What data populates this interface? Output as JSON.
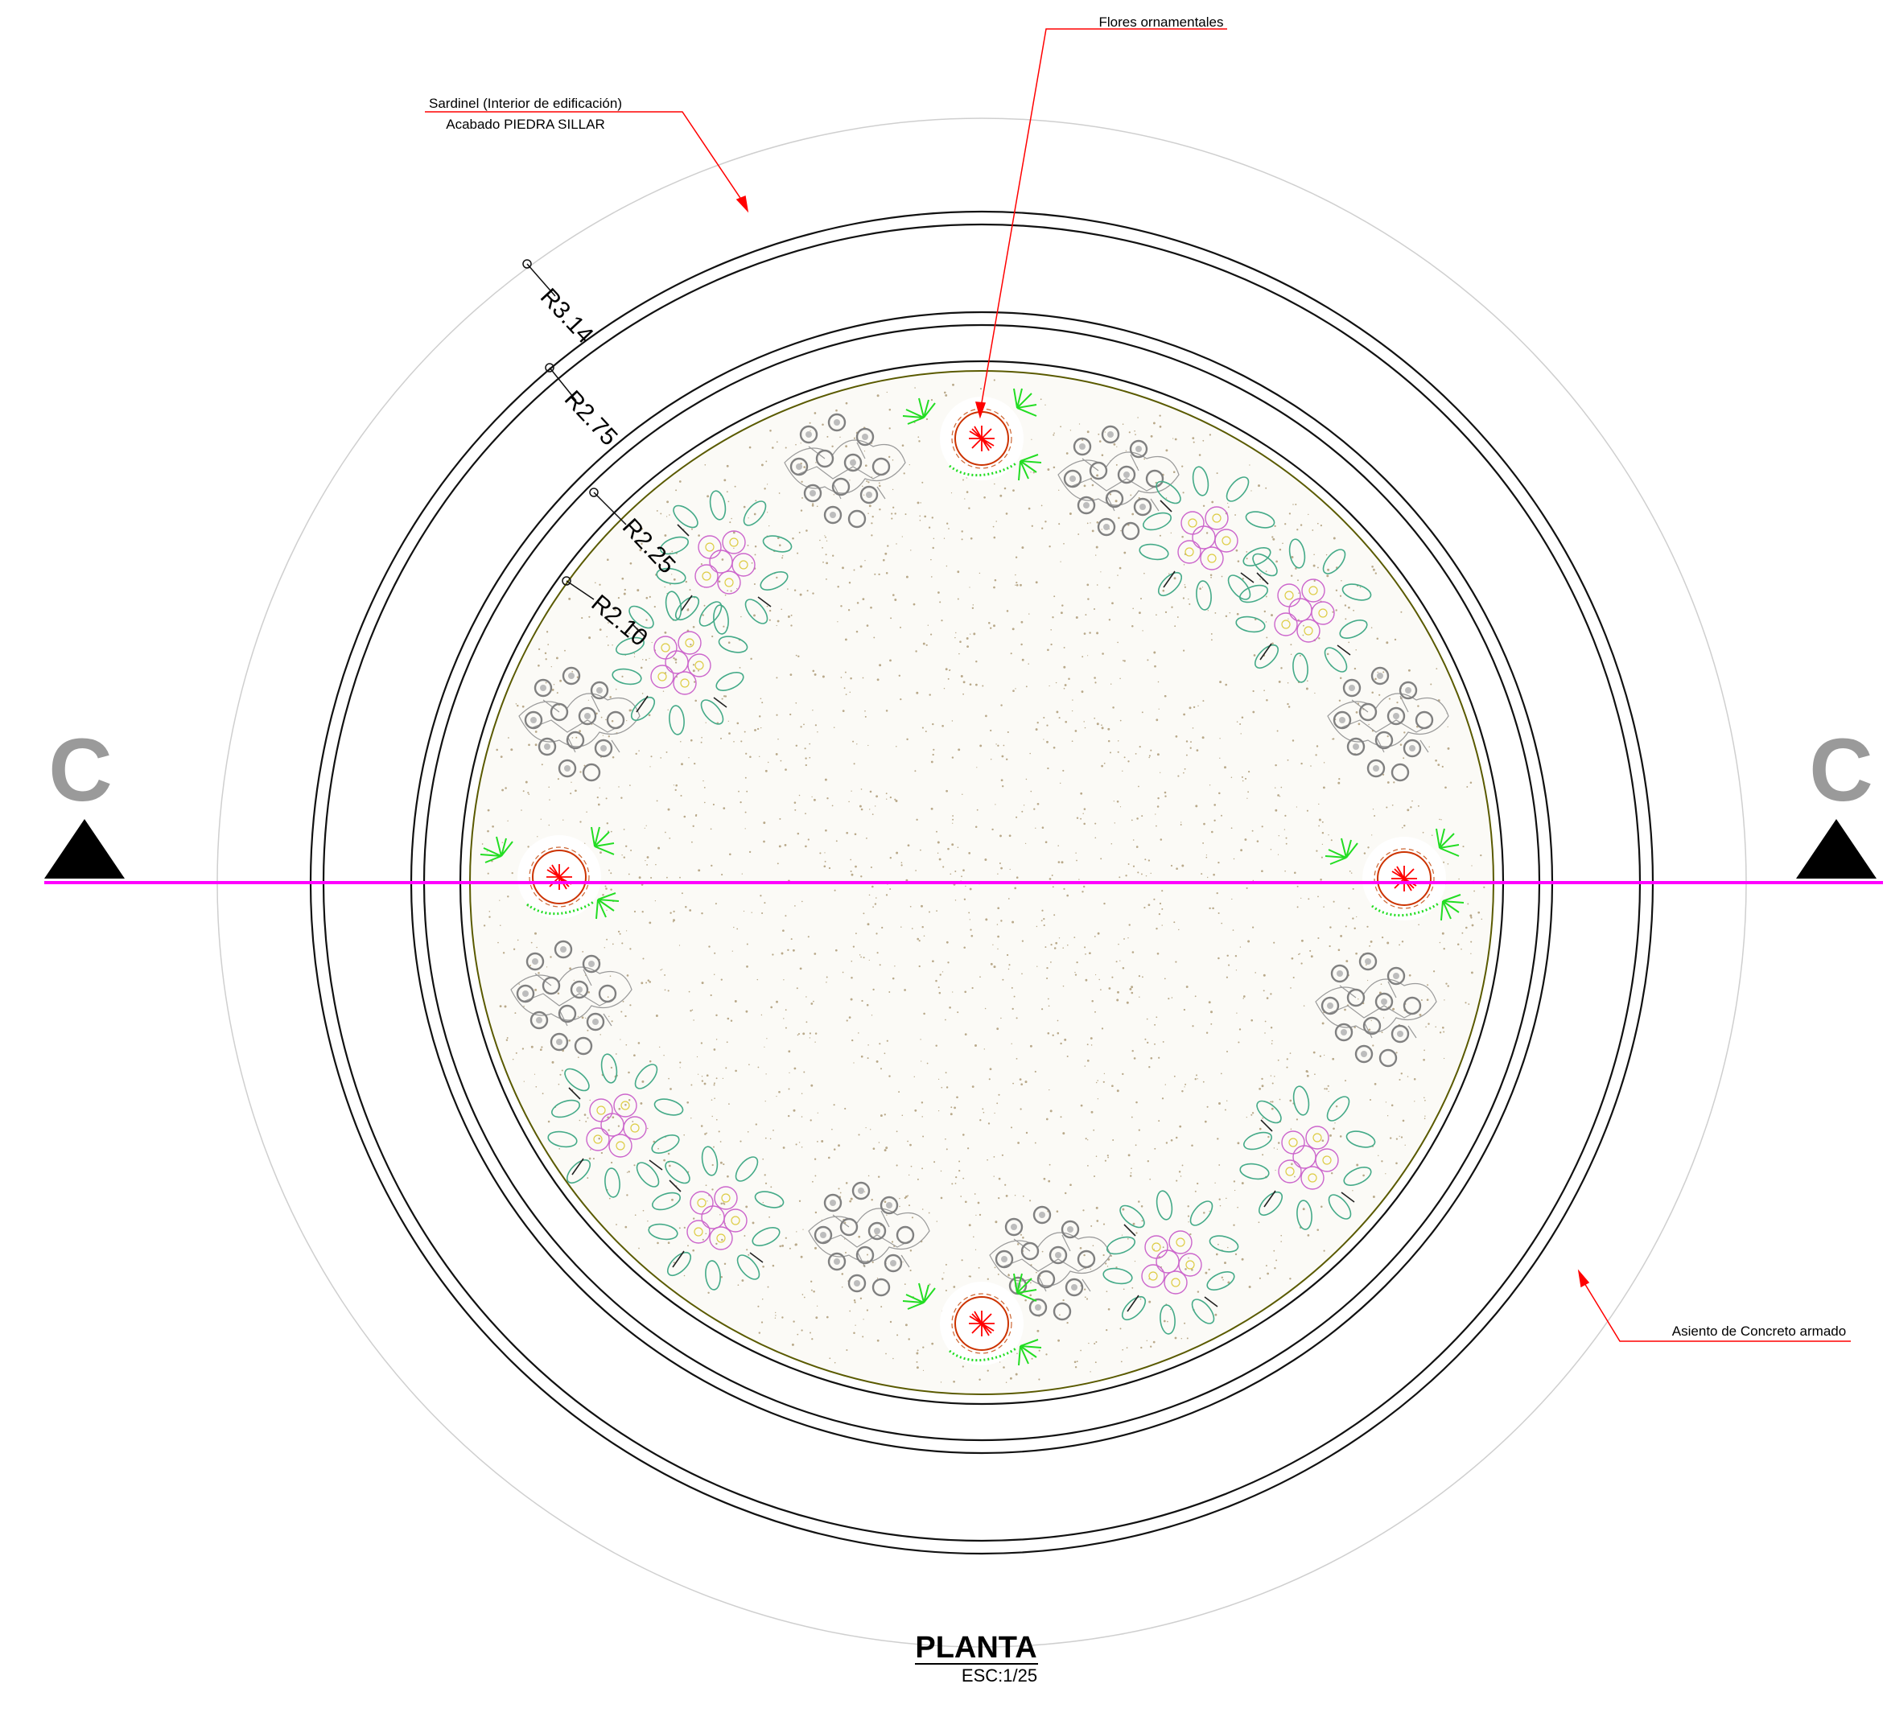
{
  "annotations": {
    "flores": "Flores ornamentales",
    "sardinel_line1": "Sardinel (Interior de edificación)",
    "sardinel_line2": "Acabado PIEDRA SILLAR",
    "asiento": "Asiento de Concreto armado"
  },
  "dimensions": {
    "r1": "R3.14",
    "r2": "R2.75",
    "r3": "R2.25",
    "r4": "R2.10"
  },
  "section_marker": {
    "left": "C",
    "right": "C"
  },
  "title": {
    "name": "PLANTA",
    "scale": "ESC:1/25"
  },
  "colors": {
    "section_line": "#ff00ff",
    "leader": "#ff0000",
    "planter_edge": "#5a5a00",
    "fill_speckle": "#b9a98a",
    "grass": "#22dd22",
    "flower_petal": "#cc66cc",
    "leaf": "#44aa88",
    "shrub": "#8a8a8a"
  }
}
